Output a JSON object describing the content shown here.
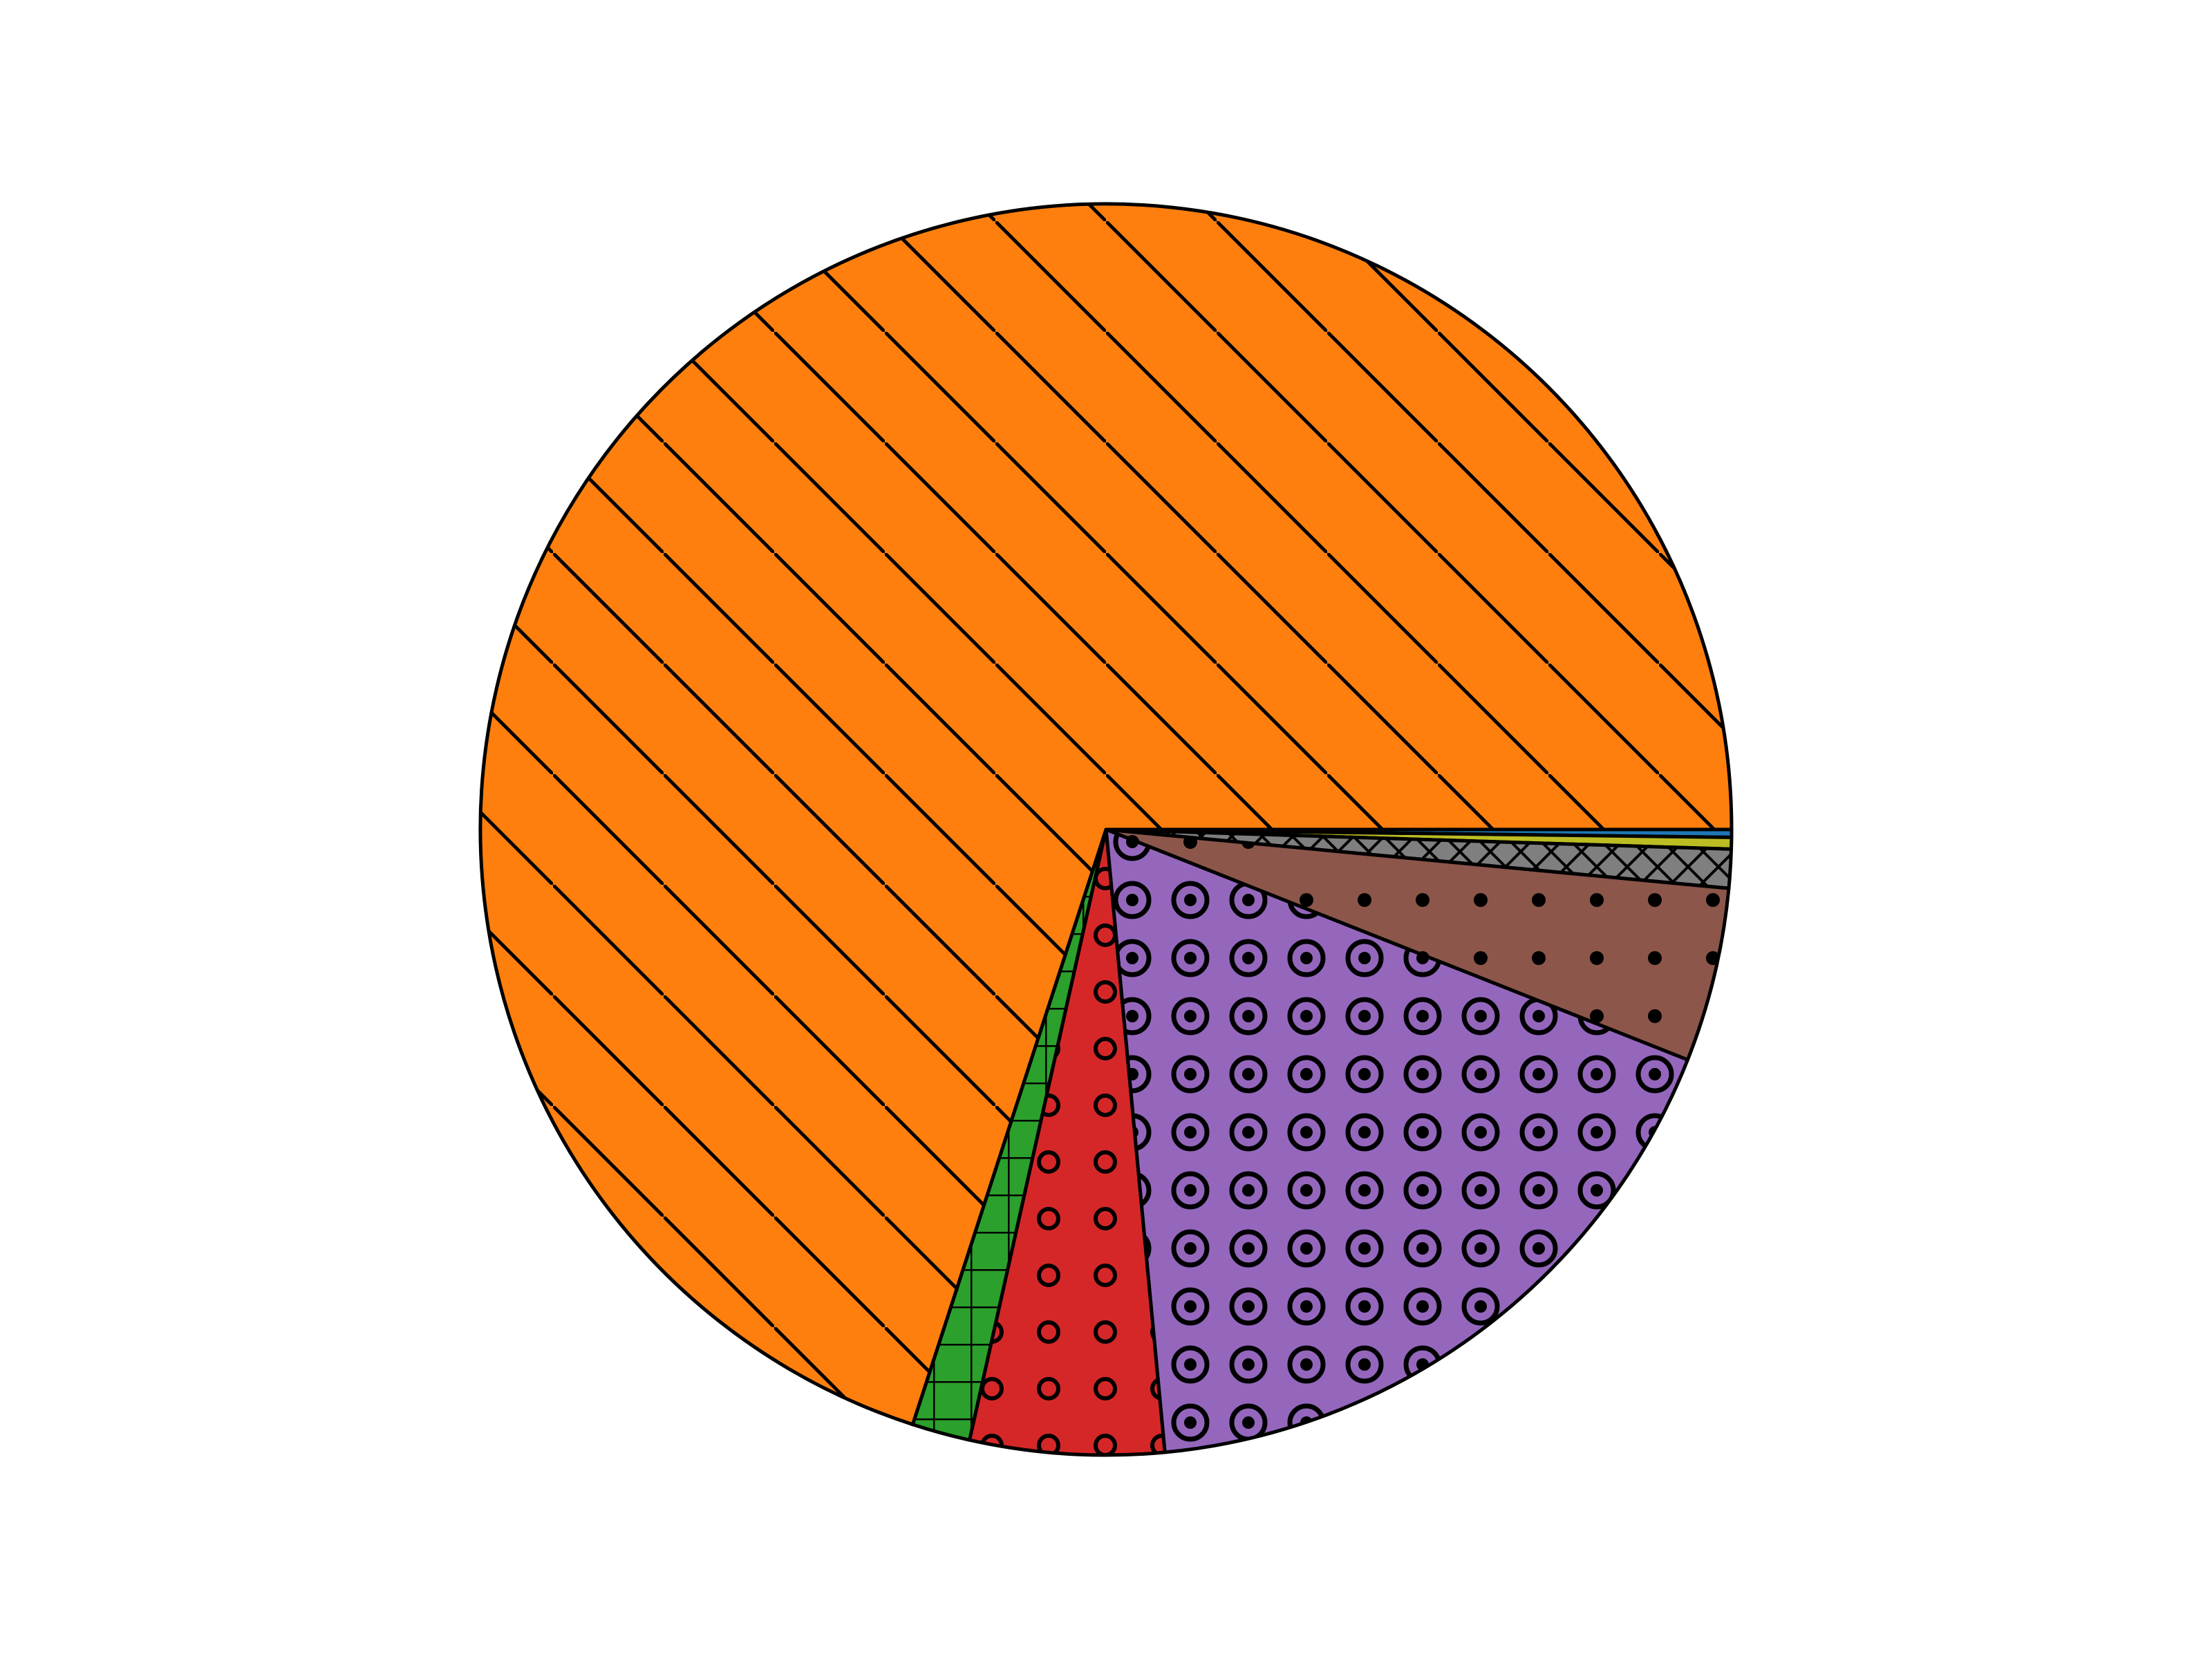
{
  "chart_data": {
    "type": "pie",
    "title": "",
    "start_angle_deg": 0,
    "direction": "clockwise",
    "legend": "none",
    "slices": [
      {
        "value": 0.4,
        "color": "#1f77b4",
        "hatch": "none"
      },
      {
        "value": 0.6,
        "color": "#bcbd22",
        "hatch": "none"
      },
      {
        "value": 2.0,
        "color": "#7f7f7f",
        "hatch": "cross-diagonal"
      },
      {
        "value": 9.0,
        "color": "#8c564b",
        "hatch": "dots"
      },
      {
        "value": 35.0,
        "color": "#9467bd",
        "hatch": "ring-dots"
      },
      {
        "value": 10.0,
        "color": "#d62728",
        "hatch": "small-rings"
      },
      {
        "value": 3.0,
        "color": "#2ca02c",
        "hatch": "grid"
      },
      {
        "value": 140.0,
        "color": "#ff7f0e",
        "hatch": "diagonal-lines"
      }
    ]
  }
}
